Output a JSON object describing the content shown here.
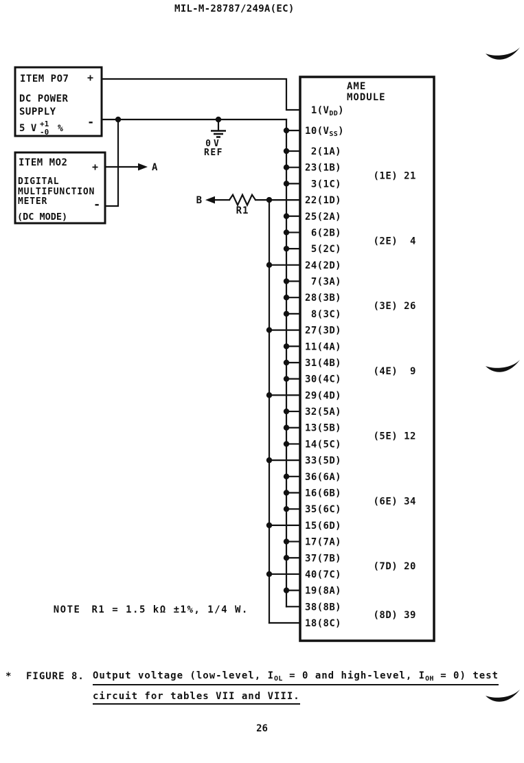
{
  "doc": {
    "number": "MIL-M-28787/249A(EC)",
    "page_number": "26"
  },
  "power_supply": {
    "item": "ITEM PO7",
    "name_line1": "DC POWER",
    "name_line2": "SUPPLY",
    "voltage": "5 V",
    "tol_plus": "+1",
    "tol_minus": "-0",
    "percent": "%",
    "plus": "+",
    "minus": "-"
  },
  "meter": {
    "item": "ITEM MO2",
    "name_line1": "DIGITAL",
    "name_line2": "MULTIFUNCTION",
    "name_line3": "METER",
    "mode": "(DC MODE)",
    "plus": "+",
    "minus": "-"
  },
  "ground": {
    "line1": "0V",
    "line2": "REF"
  },
  "test_points": {
    "a": "A",
    "b": "B"
  },
  "resistor": {
    "label": "R1"
  },
  "module": {
    "title_line1": "AME",
    "title_line2": "MODULE",
    "vdd_pin": {
      "num": "1",
      "name": "VDD"
    },
    "vss_pin": {
      "num": "10",
      "name": "VSS"
    },
    "pins": [
      {
        "num": "2",
        "name": "1A",
        "bus": "gnd"
      },
      {
        "num": "23",
        "name": "1B",
        "bus": "gnd"
      },
      {
        "num": "3",
        "name": "1C",
        "bus": "gnd"
      },
      {
        "num": "22",
        "name": "1D",
        "bus": "b"
      },
      {
        "num": "25",
        "name": "2A",
        "bus": "gnd"
      },
      {
        "num": "6",
        "name": "2B",
        "bus": "gnd"
      },
      {
        "num": "5",
        "name": "2C",
        "bus": "gnd"
      },
      {
        "num": "24",
        "name": "2D",
        "bus": "b"
      },
      {
        "num": "7",
        "name": "3A",
        "bus": "gnd"
      },
      {
        "num": "28",
        "name": "3B",
        "bus": "gnd"
      },
      {
        "num": "8",
        "name": "3C",
        "bus": "gnd"
      },
      {
        "num": "27",
        "name": "3D",
        "bus": "b"
      },
      {
        "num": "11",
        "name": "4A",
        "bus": "gnd"
      },
      {
        "num": "31",
        "name": "4B",
        "bus": "gnd"
      },
      {
        "num": "30",
        "name": "4C",
        "bus": "gnd"
      },
      {
        "num": "29",
        "name": "4D",
        "bus": "b"
      },
      {
        "num": "32",
        "name": "5A",
        "bus": "gnd"
      },
      {
        "num": "13",
        "name": "5B",
        "bus": "gnd"
      },
      {
        "num": "14",
        "name": "5C",
        "bus": "gnd"
      },
      {
        "num": "33",
        "name": "5D",
        "bus": "b"
      },
      {
        "num": "36",
        "name": "6A",
        "bus": "gnd"
      },
      {
        "num": "16",
        "name": "6B",
        "bus": "gnd"
      },
      {
        "num": "35",
        "name": "6C",
        "bus": "gnd"
      },
      {
        "num": "15",
        "name": "6D",
        "bus": "b"
      },
      {
        "num": "17",
        "name": "7A",
        "bus": "gnd"
      },
      {
        "num": "37",
        "name": "7B",
        "bus": "gnd"
      },
      {
        "num": "40",
        "name": "7C",
        "bus": "b"
      },
      {
        "num": "19",
        "name": "8A",
        "bus": "gnd"
      },
      {
        "num": "38",
        "name": "8B",
        "bus": "gnd"
      },
      {
        "num": "18",
        "name": "8C",
        "bus": "b"
      }
    ],
    "group_labels": [
      "(1E) 21",
      "(2E)  4",
      "(3E) 26",
      "(4E)  9",
      "(5E) 12",
      "(6E) 34",
      "(7D) 20",
      "(8D) 39"
    ]
  },
  "note": {
    "prefix": "NOTE",
    "text": "R1 = 1.5 kΩ ±1%, 1/4 W."
  },
  "caption": {
    "star": "*",
    "figure_label": "FIGURE 8.",
    "line1_pre": "Output voltage (low-level, I",
    "line1_sub1": "OL",
    "line1_mid": " = 0 and high-level, I",
    "line1_sub2": "OH",
    "line1_post": " = 0) test",
    "line2": "circuit for tables VII and VIII."
  },
  "colors": {
    "ink": "#111111",
    "paper": "#ffffff"
  }
}
